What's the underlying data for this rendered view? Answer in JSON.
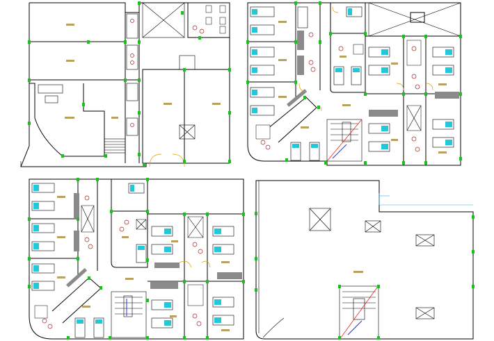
{
  "drawing": {
    "subject": "",
    "plans": [
      {
        "id": "plan-1"
      },
      {
        "id": "plan-2"
      },
      {
        "id": "plan-3"
      },
      {
        "id": "plan-4"
      }
    ],
    "colors": {
      "walls": "#000000",
      "columns": "#22bb22",
      "bed_pillows": "#22c8d8",
      "room_labels": "#b8a060",
      "fixtures": "#aa2222",
      "doors": "#d4a000",
      "stair_arrow": "#2233dd",
      "lift_cross": "#ee2222"
    }
  }
}
